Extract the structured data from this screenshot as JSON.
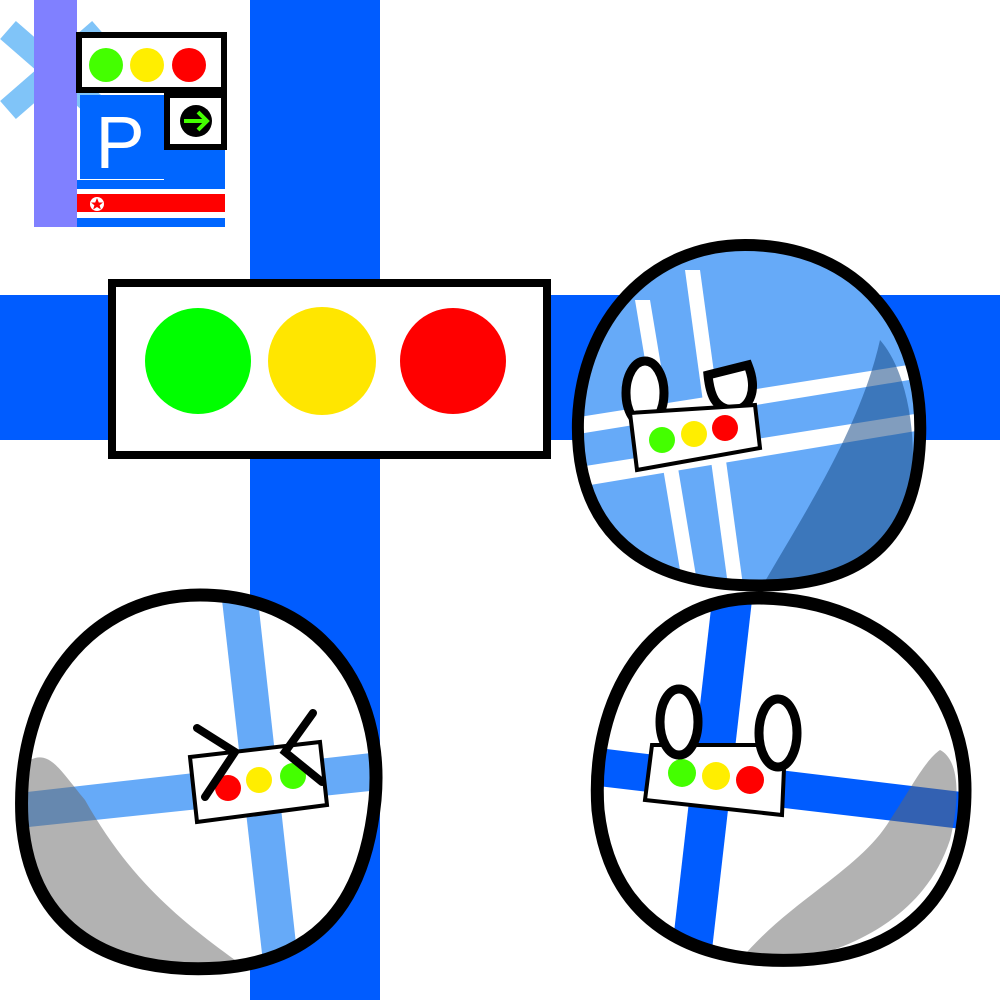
{
  "scene": {
    "description": "Countryball-style illustration of a traffic-light themed flag with three balls",
    "background": "#ffffff",
    "flag_cross_color": "#005cff"
  },
  "emblem": {
    "parking_letter": "P",
    "colors": {
      "light_blue_x": "#80c4f8",
      "violet_bar": "#8080ff",
      "parking_blue": "#0066ff",
      "stripe_red": "#ff0000"
    },
    "arrow_icon": "green-right-arrow",
    "star_icon": "red-star-in-white-circle"
  },
  "traffic_light": {
    "lights": [
      {
        "name": "green",
        "color": "#00ff00"
      },
      {
        "name": "yellow",
        "color": "#ffe600"
      },
      {
        "name": "red",
        "color": "#ff0000"
      }
    ]
  },
  "balls": [
    {
      "name": "light-blue-ball",
      "fill": "#66aaf8",
      "cross": "#ffffff",
      "expression": "neutral"
    },
    {
      "name": "white-ball-left",
      "fill": "#ffffff",
      "cross": "#66aaf8",
      "expression": "squinting"
    },
    {
      "name": "white-ball-right",
      "fill": "#ffffff",
      "cross": "#005cff",
      "expression": "neutral"
    }
  ]
}
